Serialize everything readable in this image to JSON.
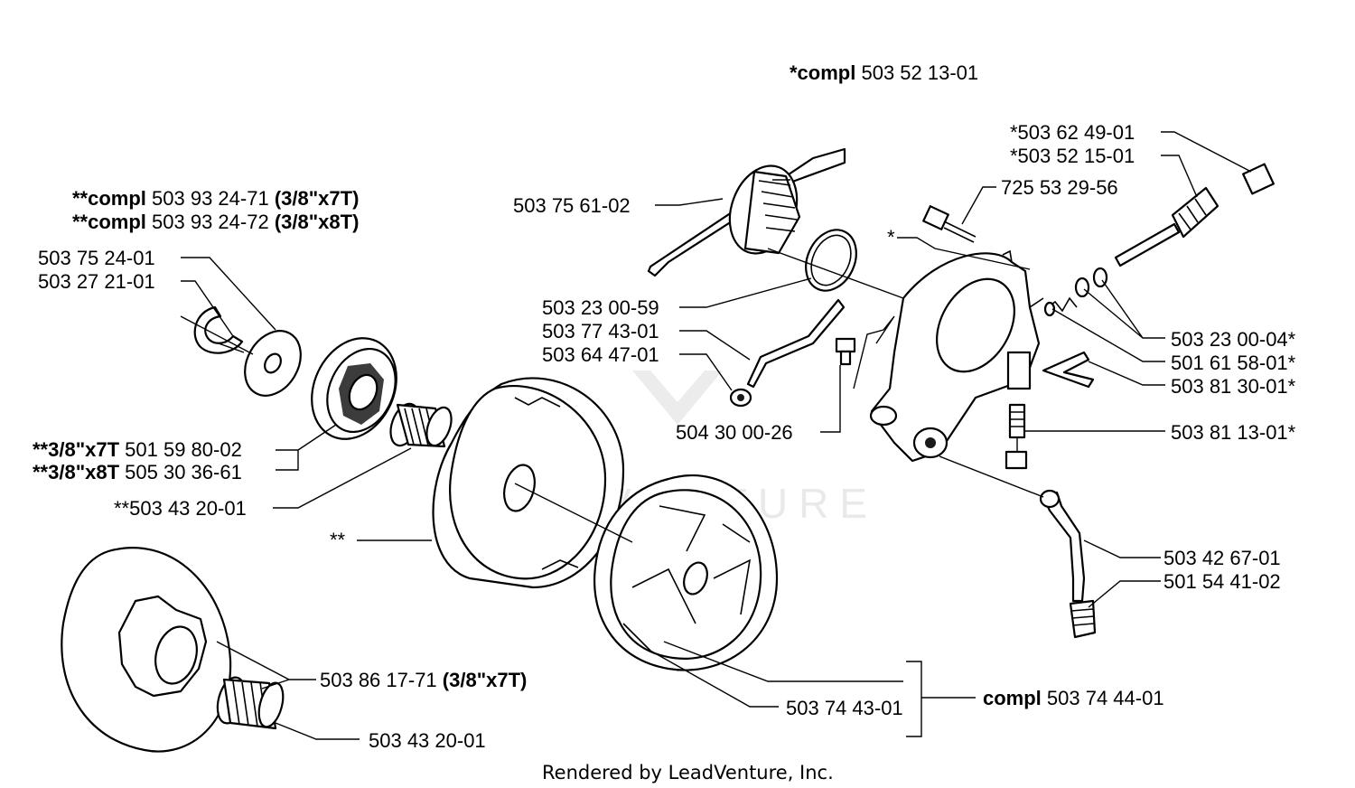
{
  "watermark": "LEADVENTURE",
  "footer": "Rendered by LeadVenture, Inc.",
  "labels": {
    "top_compl": {
      "prefix": "*compl",
      "text": " 503 52 13-01"
    },
    "sprocket_compl_7t": {
      "prefix": "**compl",
      "text": " 503 93 24-71 ",
      "suffix": "(3/8\"x7T)"
    },
    "sprocket_compl_8t": {
      "prefix": "**compl",
      "text": " 503 93 24-72 ",
      "suffix": "(3/8\"x8T)"
    },
    "p_503752401": "503 75 24-01",
    "p_503272101": "503 27 21-01",
    "rim_7t": {
      "prefix": "**3/8\"x7T",
      "text": " 501 59 80-02"
    },
    "rim_8t": {
      "prefix": "**3/8\"x8T",
      "text": " 505 30 36-61"
    },
    "p_bearing_top": "**503 43 20-01",
    "drum_marker": "**",
    "p_503756102": "503 75 61-02",
    "p_503230059": "503 23 00-59",
    "p_503774301": "503 77 43-01",
    "p_503644701": "503 64 47-01",
    "p_504300026": "504 30 00-26",
    "p_503624901": "*503 62 49-01",
    "p_503521501": "*503 52 15-01",
    "p_725532956": "725 53 29-56",
    "pump_marker": "*",
    "p_503230004": "503 23 00-04*",
    "p_501615801": "501 61 58-01*",
    "p_503813001": "503 81 30-01*",
    "p_503811301": "503 81 13-01*",
    "p_503426701": "503 42 67-01",
    "p_501544102": "501 54 41-02",
    "spur_7t": {
      "text": "503 86 17-71 ",
      "suffix": "(3/8\"x7T)"
    },
    "p_bearing_bottom": "503 43 20-01",
    "p_503744301": "503 74 43-01",
    "clutch_compl": {
      "prefix": "compl",
      "text": " 503 74 44-01"
    }
  }
}
